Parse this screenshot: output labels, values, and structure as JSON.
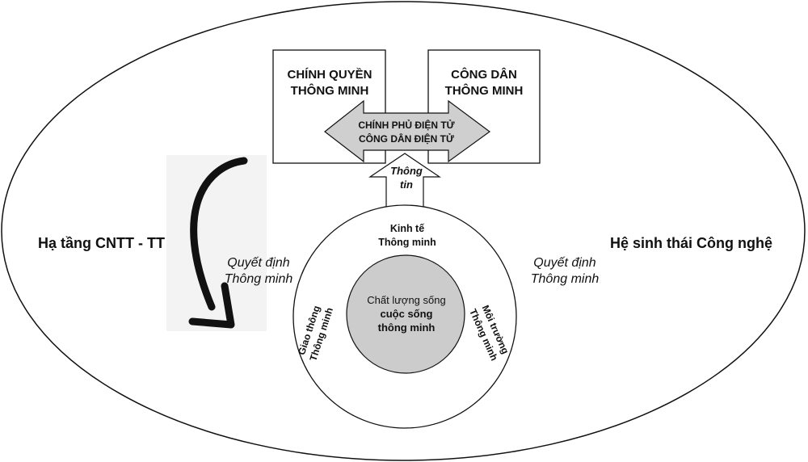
{
  "outer": {
    "left_label": "Hạ tầng CNTT - TT",
    "right_label": "Hệ sinh thái Công nghệ"
  },
  "boxes": {
    "left": {
      "line1": "CHÍNH QUYỀN",
      "line2": "THÔNG MINH"
    },
    "right": {
      "line1": "CÔNG DÂN",
      "line2": "THÔNG MINH"
    }
  },
  "double_arrow": {
    "line1": "CHÍNH PHỦ ĐIỆN TỬ",
    "line2": "CÔNG DÂN ĐIỆN TỬ"
  },
  "info_arrow": {
    "line1": "Thông",
    "line2": "tin"
  },
  "circle": {
    "top": {
      "line1": "Kinh tế",
      "line2": "Thông minh"
    },
    "left": {
      "line1": "Giao thông",
      "line2": "Thông minh"
    },
    "right": {
      "line1": "Môi trường",
      "line2": "Thông minh"
    },
    "center": {
      "line1": "Chất lượng sống",
      "line2": "cuộc sống",
      "line3": "thông minh"
    }
  },
  "decisions": {
    "left": {
      "line1": "Quyết định",
      "line2": "Thông minh"
    },
    "right": {
      "line1": "Quyết định",
      "line2": "Thông minh"
    }
  },
  "colors": {
    "stroke": "#111111",
    "arrow_fill": "#cfcfcf",
    "inner_circle_fill": "#cccccc",
    "curved_arrow_bg": "#f3f3f3"
  }
}
